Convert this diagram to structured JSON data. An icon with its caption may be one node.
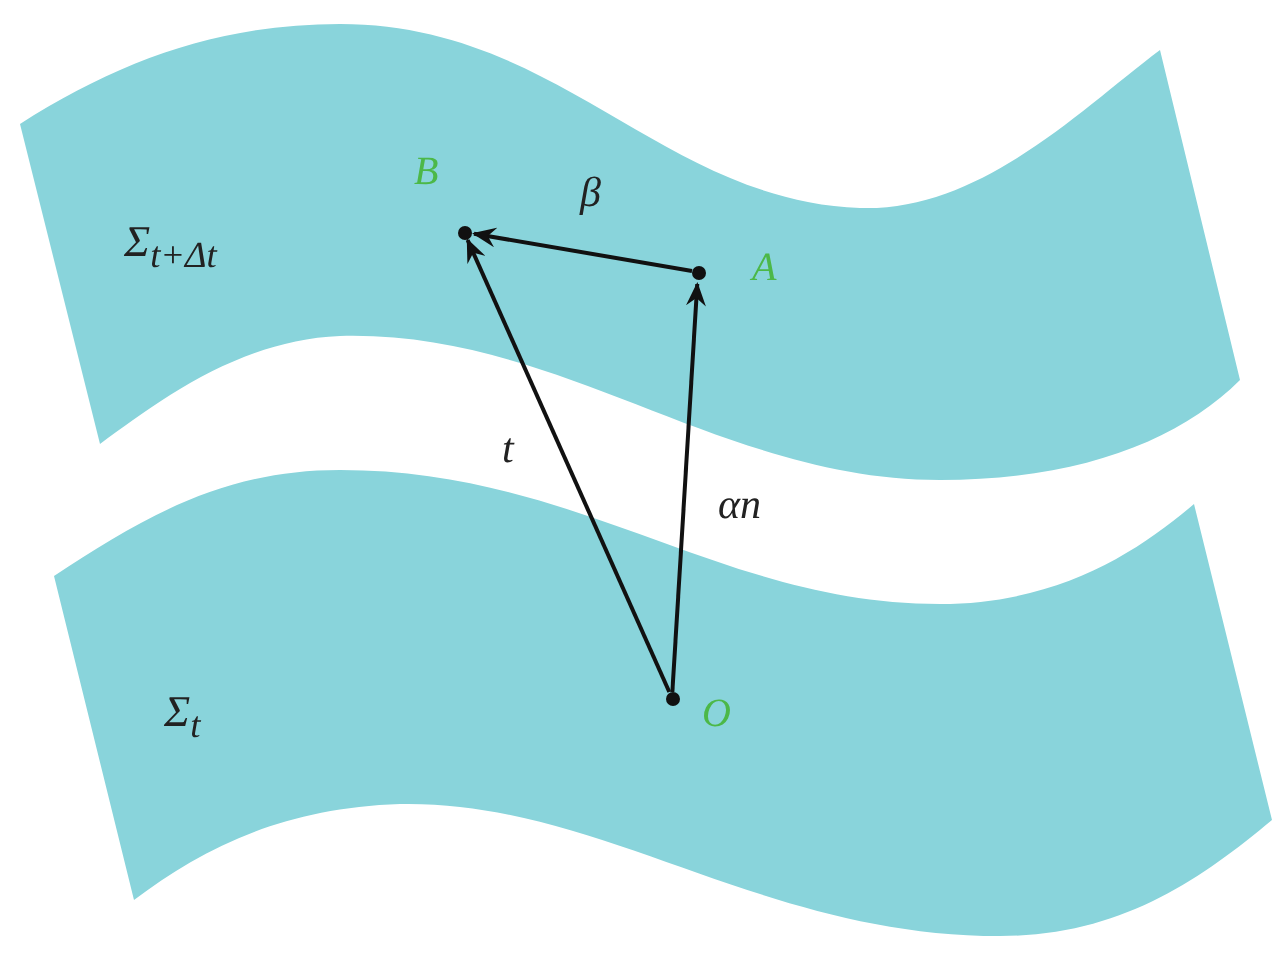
{
  "diagram": {
    "nodes": [
      {
        "text": [
          "Σ$_{t+Δt}$"
        ]
      },
      {
        "text": [
          "Σ$_{t}$"
        ]
      },
      {
        "text": [
          "O"
        ],
        "in": 1
      },
      {
        "text": [
          "A"
        ],
        "in": 0
      },
      {
        "text": [
          "B"
        ],
        "in": 0
      }
    ],
    "edges": [
      {
        "from": 2,
        "to": 3,
        "arrow": "to",
        "label": "αn"
      },
      {
        "from": 2,
        "to": 4,
        "arrow": "to",
        "label": "t"
      },
      {
        "from": 3,
        "to": 4,
        "arrow": "to",
        "label": "β"
      }
    ]
  }
}
